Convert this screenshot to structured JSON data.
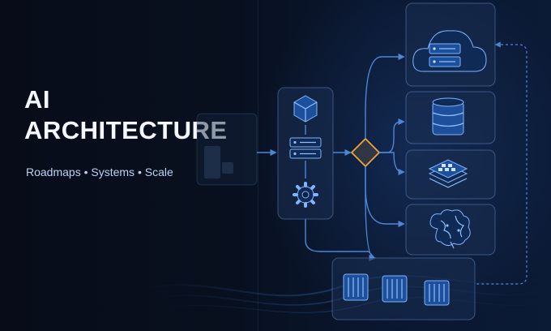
{
  "hero": {
    "title_line1": "AI",
    "title_line2": "ARCHITECTURE",
    "subtitle": "Roadmaps • Systems • Scale"
  },
  "colors": {
    "background": "#070c18",
    "accent_blue": "#4d86d6",
    "decision_orange": "#f0a53a",
    "title_white": "#f4f7fb",
    "subtitle_blue": "#b9d3f5"
  },
  "icons": {
    "processing_column": [
      "cube-icon",
      "server-rack-icon",
      "gear-icon"
    ],
    "decision": "diamond-decision-icon",
    "targets": [
      "cloud-server-icon",
      "database-icon",
      "layers-stack-icon",
      "brain-icon"
    ],
    "bottom_row": [
      "container-icon",
      "container-icon",
      "container-icon"
    ]
  }
}
